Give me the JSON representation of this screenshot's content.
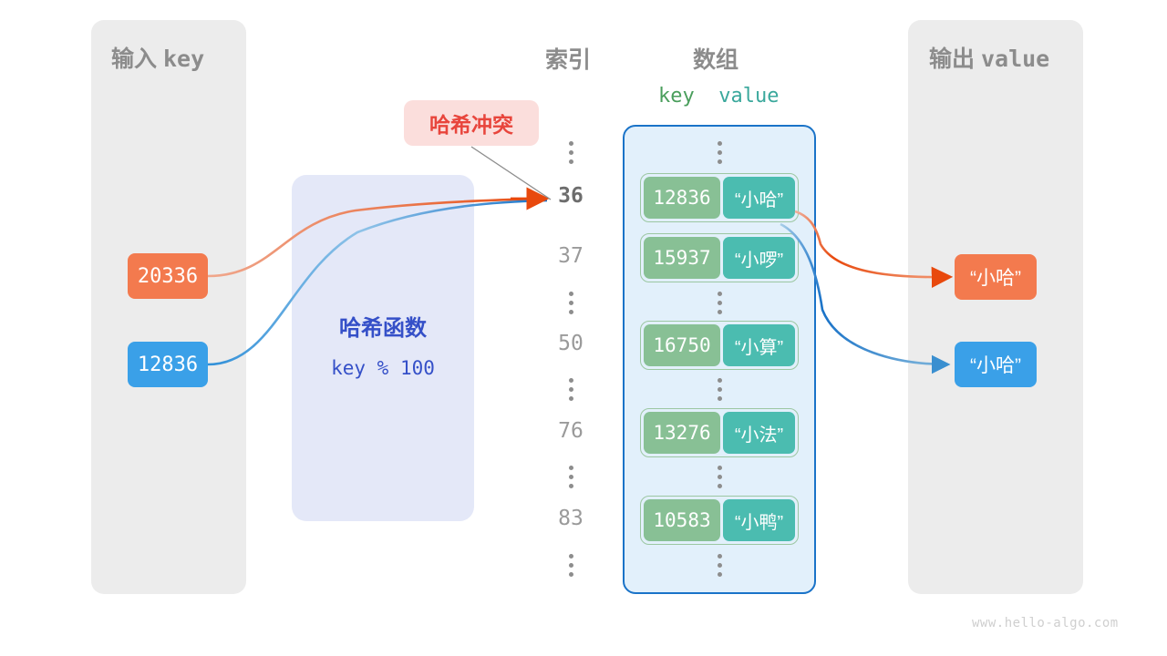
{
  "watermark": "www.hello-algo.com",
  "input_panel": {
    "title_cn": "输入",
    "title_mono": "key",
    "keys": [
      {
        "value": "20336",
        "color": "#f37a4e"
      },
      {
        "value": "12836",
        "color": "#3aa0e8"
      }
    ]
  },
  "output_panel": {
    "title_cn": "输出",
    "title_mono": "value",
    "values": [
      {
        "value": "“小哈”",
        "color": "#f37a4e"
      },
      {
        "value": "“小哈”",
        "color": "#3aa0e8"
      }
    ]
  },
  "hash_function": {
    "title": "哈希函数",
    "formula": "key % 100"
  },
  "collision": {
    "label": "哈希冲突"
  },
  "headings": {
    "index": "索引",
    "array": "数组",
    "key": "key",
    "value": "value"
  },
  "table": {
    "rows": [
      {
        "kind": "ellipsis"
      },
      {
        "kind": "entry",
        "index": "36",
        "key": "12836",
        "value": "“小哈”",
        "active": true
      },
      {
        "kind": "entry",
        "index": "37",
        "key": "15937",
        "value": "“小啰”",
        "active": false
      },
      {
        "kind": "ellipsis"
      },
      {
        "kind": "entry",
        "index": "50",
        "key": "16750",
        "value": "“小算”",
        "active": false
      },
      {
        "kind": "ellipsis"
      },
      {
        "kind": "entry",
        "index": "76",
        "key": "13276",
        "value": "“小法”",
        "active": false
      },
      {
        "kind": "ellipsis"
      },
      {
        "kind": "entry",
        "index": "83",
        "key": "10583",
        "value": "“小鸭”",
        "active": false
      },
      {
        "kind": "ellipsis"
      }
    ]
  },
  "colors": {
    "key_box": "#88c095",
    "value_box": "#4bbcb0",
    "array_fill": "#e2f0fb",
    "array_border": "#1a73c8",
    "panel_fill": "#ececec",
    "hash_fill": "#e4e8f8",
    "hash_text": "#3550c8",
    "collision_fill": "#fbdedc",
    "collision_text": "#e8453c",
    "orange": "#e8490d",
    "blue": "#1a73c8"
  }
}
